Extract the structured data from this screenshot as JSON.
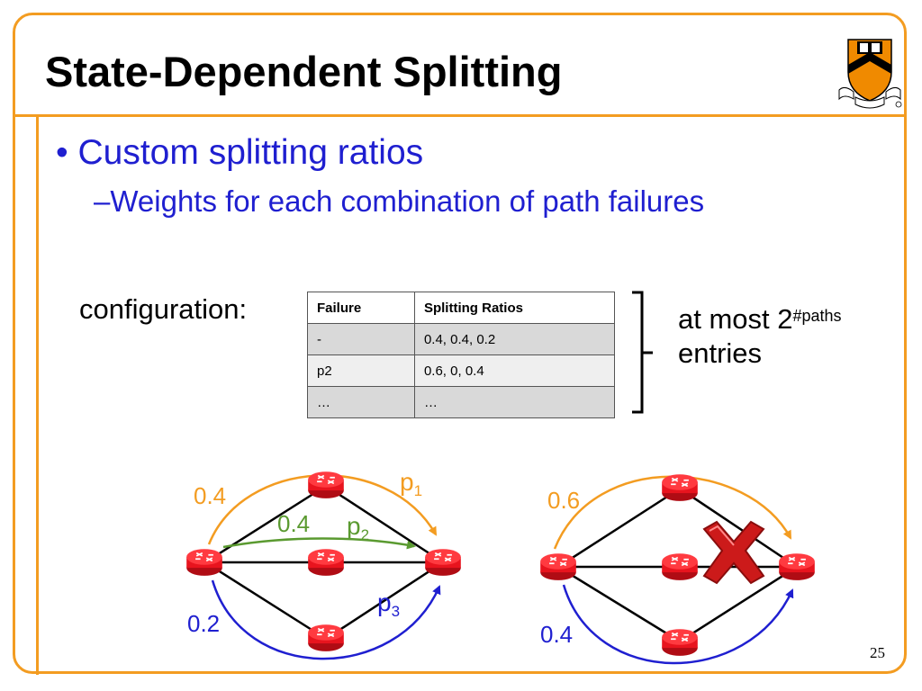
{
  "slide": {
    "title": "State-Dependent Splitting",
    "bullet1": "• Custom splitting ratios",
    "bullet2": "–Weights for each combination of path failures",
    "config_label": "configuration:",
    "page_number": "25"
  },
  "table": {
    "headers": [
      "Failure",
      "Splitting Ratios"
    ],
    "rows": [
      [
        "-",
        "0.4, 0.4, 0.2"
      ],
      [
        "p2",
        "0.6, 0, 0.4"
      ],
      [
        "…",
        "…"
      ]
    ]
  },
  "annotation": {
    "line1": "at most 2",
    "superscript": "#paths",
    "line2": "entries"
  },
  "diagram_left": {
    "top_weight": "0.4",
    "middle_weight": "0.4",
    "bottom_weight": "0.2",
    "path1": "p",
    "path1_sub": "1",
    "path2": "p",
    "path2_sub": "2",
    "path3": "p",
    "path3_sub": "3"
  },
  "diagram_right": {
    "top_weight": "0.6",
    "bottom_weight": "0.4"
  },
  "colors": {
    "accent_orange": "#f39c21",
    "text_blue": "#1f1fd0",
    "path_green": "#5a9a30",
    "router_red": "#e8141e",
    "failure_x": "#cc1a1a"
  },
  "icons": [
    "router-icon",
    "failure-x-icon",
    "university-shield-icon"
  ]
}
